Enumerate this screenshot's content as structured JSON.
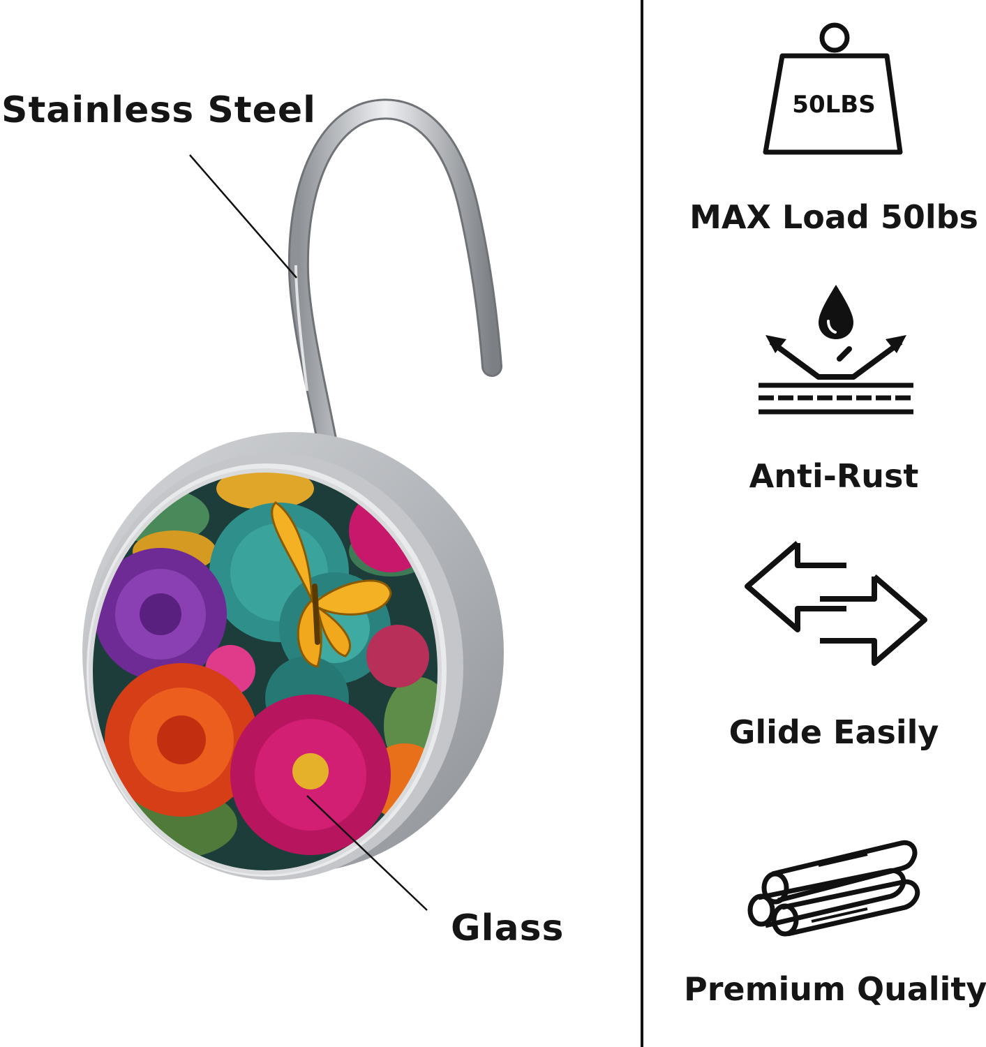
{
  "product_labels": {
    "stainless_steel": "Stainless Steel",
    "glass": "Glass"
  },
  "features": [
    {
      "icon": "weight-icon",
      "icon_text": "50LBS",
      "label": "MAX Load 50lbs"
    },
    {
      "icon": "water-repel-icon",
      "label": "Anti-Rust"
    },
    {
      "icon": "double-arrow-icon",
      "label": "Glide Easily"
    },
    {
      "icon": "rods-icon",
      "label": "Premium Quality"
    }
  ],
  "colors": {
    "text": "#151515",
    "hook_metal": "#b9bcc0",
    "flower_magenta": "#c8186c",
    "flower_teal": "#2f8f8a",
    "flower_purple": "#7a2fa0",
    "flower_orange": "#e0521c",
    "butterfly_yellow": "#f3b123"
  }
}
